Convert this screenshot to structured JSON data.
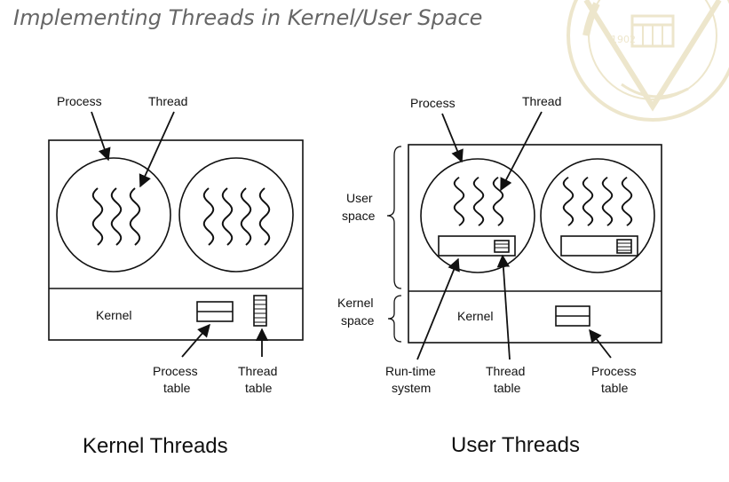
{
  "slide": {
    "title": "Implementing Threads in Kernel/User Space"
  },
  "watermark": {
    "year": "1902"
  },
  "kernel_diagram": {
    "process_label": "Process",
    "thread_label": "Thread",
    "kernel_label": "Kernel",
    "process_table_line1": "Process",
    "process_table_line2": "table",
    "thread_table_line1": "Thread",
    "thread_table_line2": "table",
    "caption": "Kernel Threads"
  },
  "user_diagram": {
    "process_label": "Process",
    "thread_label": "Thread",
    "user_space_line1": "User",
    "user_space_line2": "space",
    "kernel_space_line1": "Kernel",
    "kernel_space_line2": "space",
    "kernel_label": "Kernel",
    "runtime_line1": "Run-time",
    "runtime_line2": "system",
    "thread_table_line1": "Thread",
    "thread_table_line2": "table",
    "process_table_line1": "Process",
    "process_table_line2": "table",
    "caption": "User Threads"
  },
  "colors": {
    "watermark": "#d9c98f",
    "title": "#666666",
    "ink": "#111111"
  }
}
